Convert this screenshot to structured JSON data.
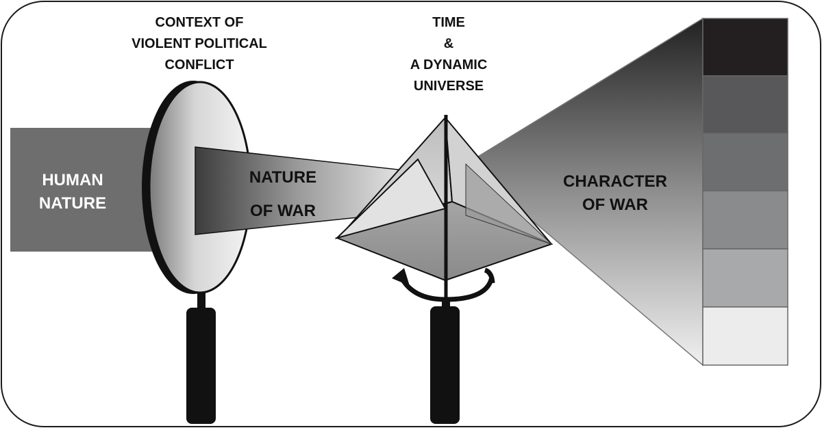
{
  "labels": {
    "context": [
      "CONTEXT OF",
      "VIOLENT POLITICAL",
      "CONFLICT"
    ],
    "time": [
      "TIME",
      "&",
      "A DYNAMIC",
      "UNIVERSE"
    ],
    "human_nature": [
      "HUMAN",
      "NATURE"
    ],
    "nature_of_war": [
      "NATURE",
      "OF WAR"
    ],
    "character_of_war": [
      "CHARACTER",
      "OF WAR"
    ]
  },
  "colors": {
    "frame_border": "#1a1a1a",
    "human_nature_fill": "#6e6e6e",
    "lens_rim": "#111111",
    "handle": "#111111",
    "spectrum": [
      "#231f20",
      "#58585a",
      "#6d6e70",
      "#8a8b8d",
      "#a7a9ab",
      "#ececec"
    ]
  },
  "icons": {
    "magnifier": "magnifying-glass-icon",
    "prism": "prism-icon",
    "rotation": "rotation-arrow-icon"
  }
}
